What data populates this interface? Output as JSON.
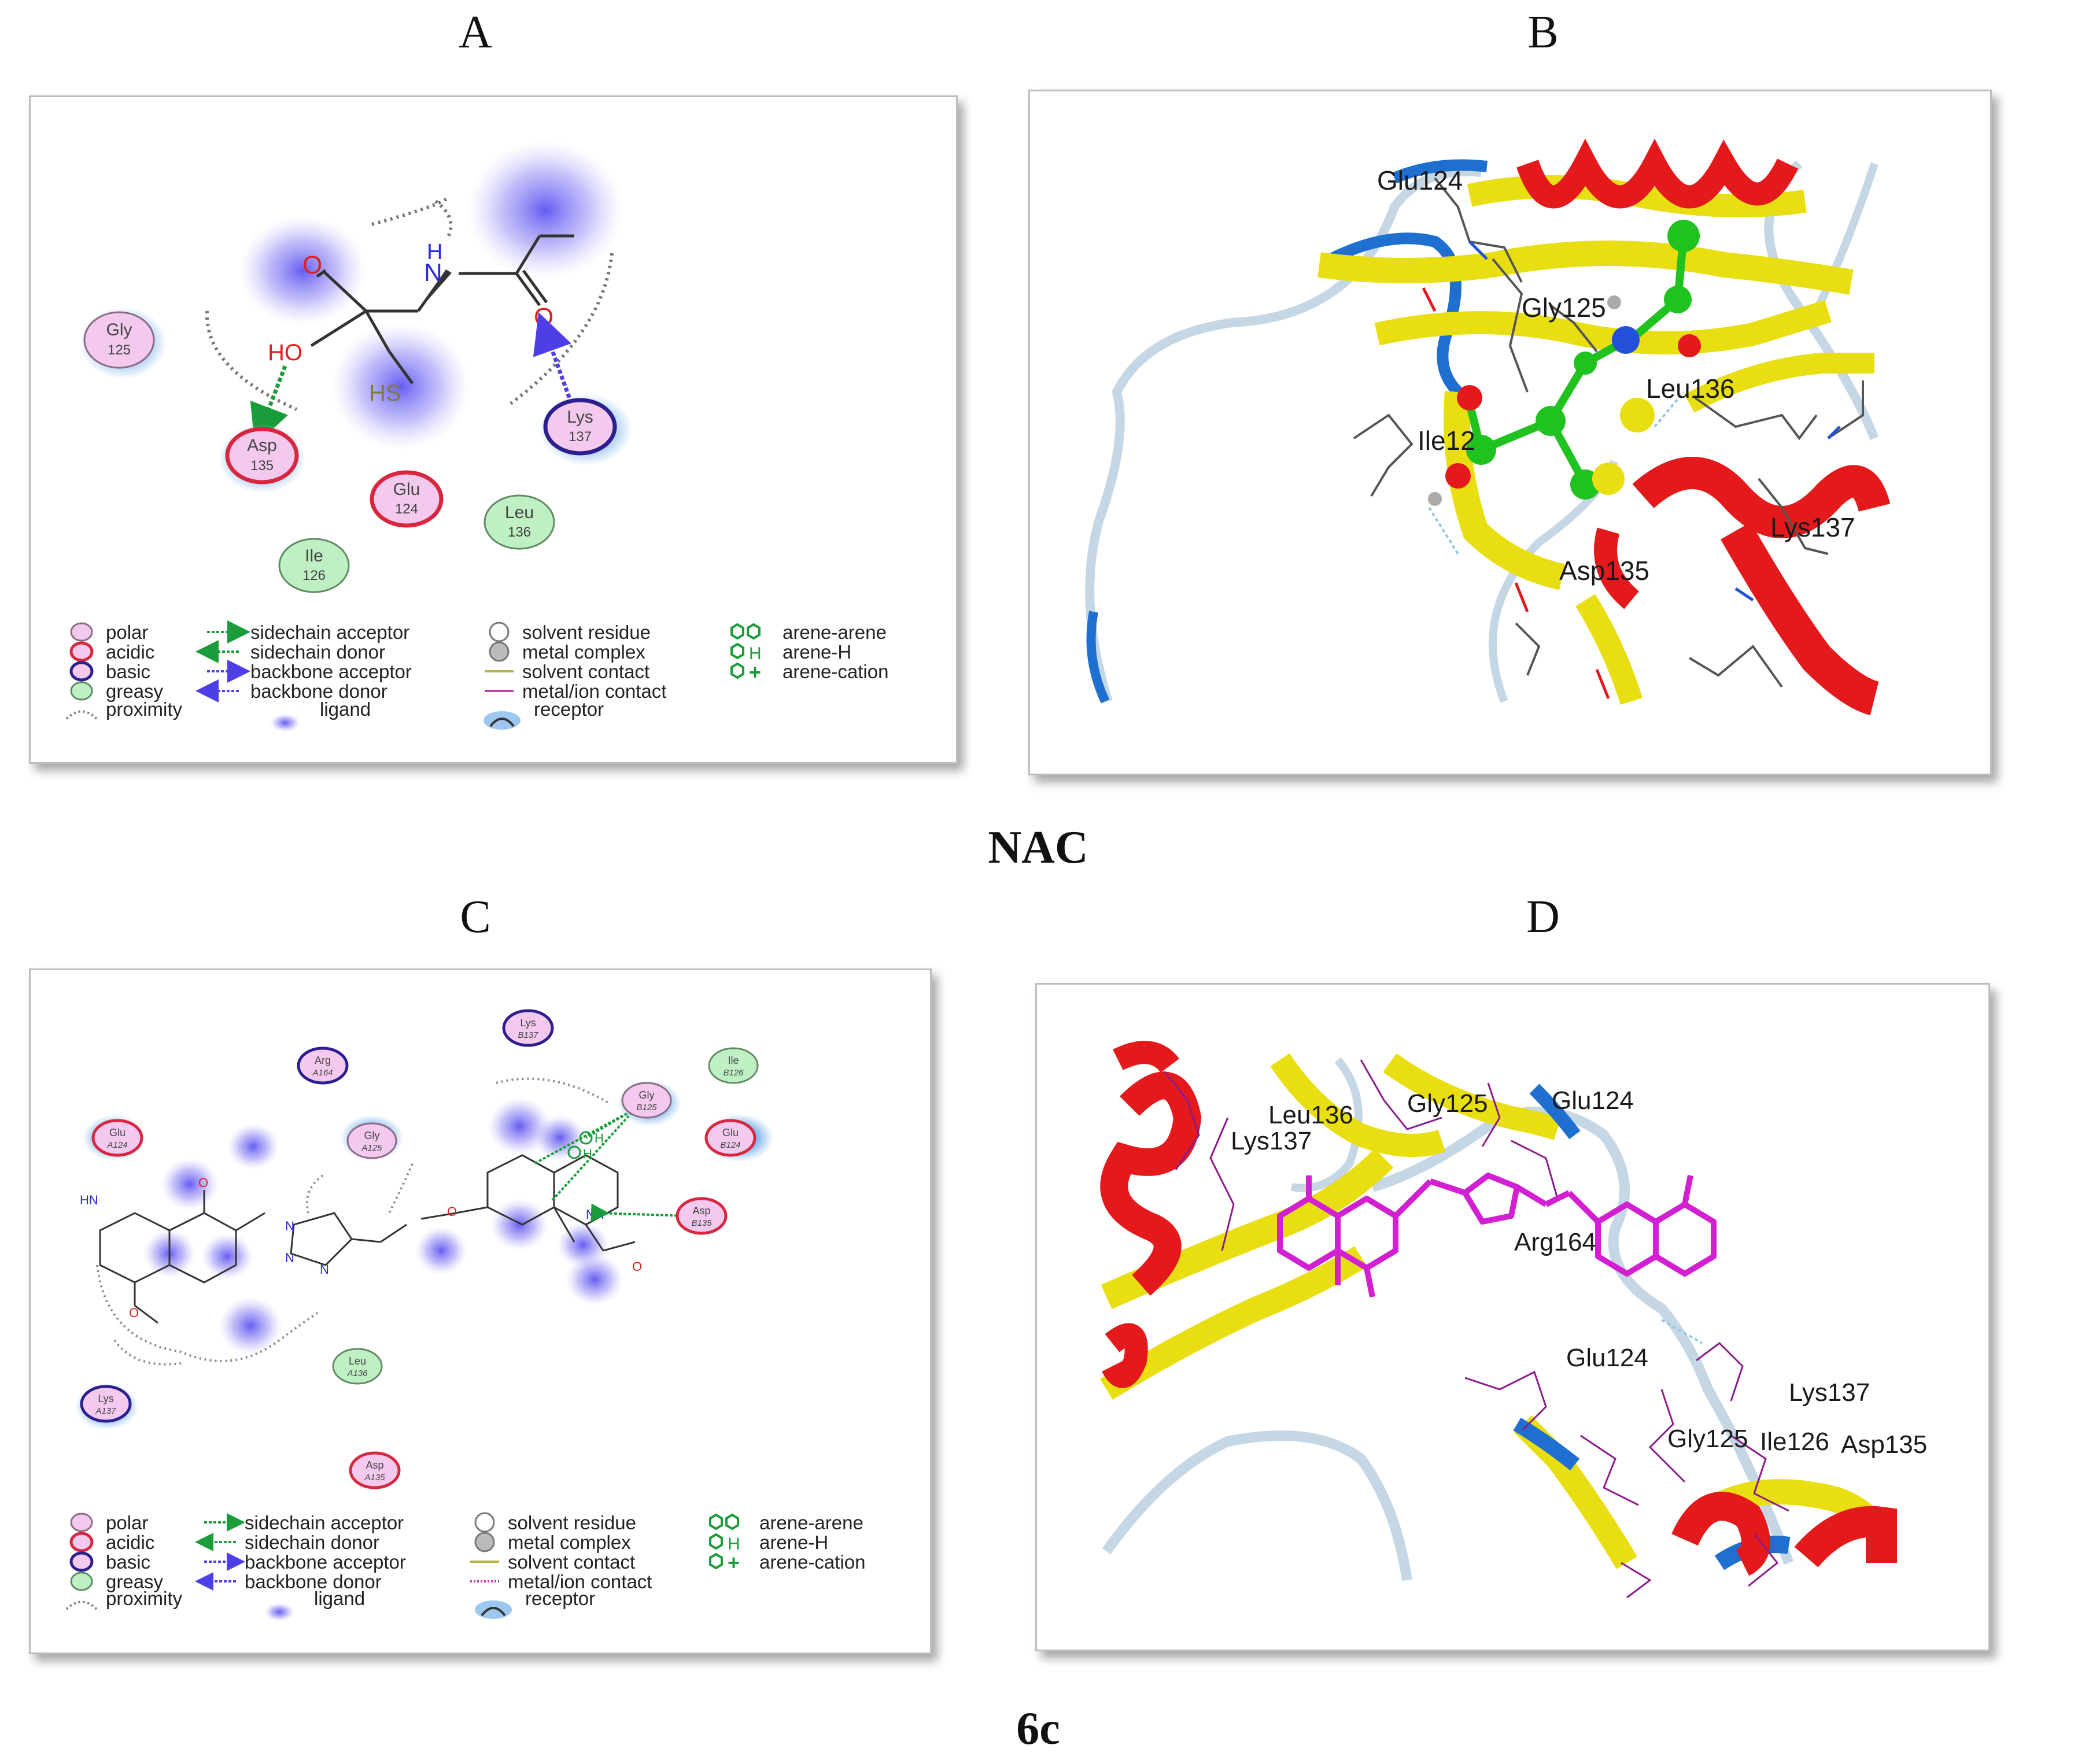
{
  "panels": {
    "a": {
      "letter": "A"
    },
    "b": {
      "letter": "B"
    },
    "c": {
      "letter": "C"
    },
    "d": {
      "letter": "D"
    }
  },
  "captions": {
    "top": "NAC",
    "bottom": "6c"
  },
  "legend": {
    "polar": "polar",
    "acidic": "acidic",
    "basic": "basic",
    "greasy": "greasy",
    "proximity": "proximity",
    "sidechain_acceptor": "sidechain acceptor",
    "sidechain_donor": "sidechain donor",
    "backbone_acceptor": "backbone acceptor",
    "backbone_donor": "backbone donor",
    "ligand": "ligand",
    "solvent_residue": "solvent residue",
    "metal_complex": "metal complex",
    "solvent_contact": "solvent contact",
    "metal_ion_contact": "metal/ion contact",
    "receptor": "receptor",
    "arene_arene": "arene-arene",
    "arene_h": "arene-H",
    "arene_cation": "arene-cation"
  },
  "diagram_a": {
    "residues": [
      {
        "name": "Gly",
        "num": "125",
        "type": "polar"
      },
      {
        "name": "Asp",
        "num": "135",
        "type": "acidic"
      },
      {
        "name": "Glu",
        "num": "124",
        "type": "acidic"
      },
      {
        "name": "Leu",
        "num": "136",
        "type": "greasy"
      },
      {
        "name": "Ile",
        "num": "126",
        "type": "greasy"
      },
      {
        "name": "Lys",
        "num": "137",
        "type": "basic"
      }
    ],
    "atoms": {
      "o_carbonyl": "O",
      "hydroxyl": "HO",
      "amide_n": "N",
      "amide_h": "H",
      "amide_o": "O",
      "thiol": "HS"
    }
  },
  "diagram_b": {
    "labels": [
      "Glu124",
      "Gly125",
      "Leu136",
      "Ile12",
      "Lys137",
      "Asp135"
    ]
  },
  "diagram_c": {
    "residues": [
      {
        "name": "Lys",
        "num": "B137",
        "type": "basic"
      },
      {
        "name": "Arg",
        "num": "A164",
        "type": "basic"
      },
      {
        "name": "Ile",
        "num": "B126",
        "type": "greasy"
      },
      {
        "name": "Gly",
        "num": "B125",
        "type": "polar"
      },
      {
        "name": "Glu",
        "num": "A124",
        "type": "acidic"
      },
      {
        "name": "Gly",
        "num": "A125",
        "type": "polar"
      },
      {
        "name": "Glu",
        "num": "B124",
        "type": "acidic"
      },
      {
        "name": "Asp",
        "num": "B135",
        "type": "acidic"
      },
      {
        "name": "Leu",
        "num": "A136",
        "type": "greasy"
      },
      {
        "name": "Lys",
        "num": "A137",
        "type": "basic"
      },
      {
        "name": "Asp",
        "num": "A135",
        "type": "acidic"
      }
    ],
    "atoms": {
      "hn_left": "HN",
      "o_left": "O",
      "n1": "N",
      "n2": "N",
      "n3": "N",
      "o_ether": "O",
      "o_methoxy": "O",
      "nh_right": "NH",
      "o_right": "O",
      "h1": "H",
      "h2": "H"
    }
  },
  "diagram_d": {
    "labels": [
      "Leu136",
      "Lys137",
      "Gly125",
      "Glu124",
      "Arg164",
      "Glu124",
      "Lys137",
      "Gly125",
      "Ile126",
      "Asp135"
    ]
  },
  "colors": {
    "polar": "#f3c9ee",
    "acidic_ring": "#d7263d",
    "basic_ring": "#2b1f8f",
    "greasy": "#bff0c3",
    "halo": "#9ec7f0",
    "ligand_blob": "#5a4cf0",
    "helix": "#e3191c",
    "sheet": "#e8de12",
    "coil": "#c5d7e4",
    "blue_segment": "#1f6fd1",
    "ligand_green": "#1fc21f",
    "ligand_magenta": "#d21fd2",
    "hbond_green": "#1a9c3a",
    "hbond_blue": "#4d3ee6"
  }
}
